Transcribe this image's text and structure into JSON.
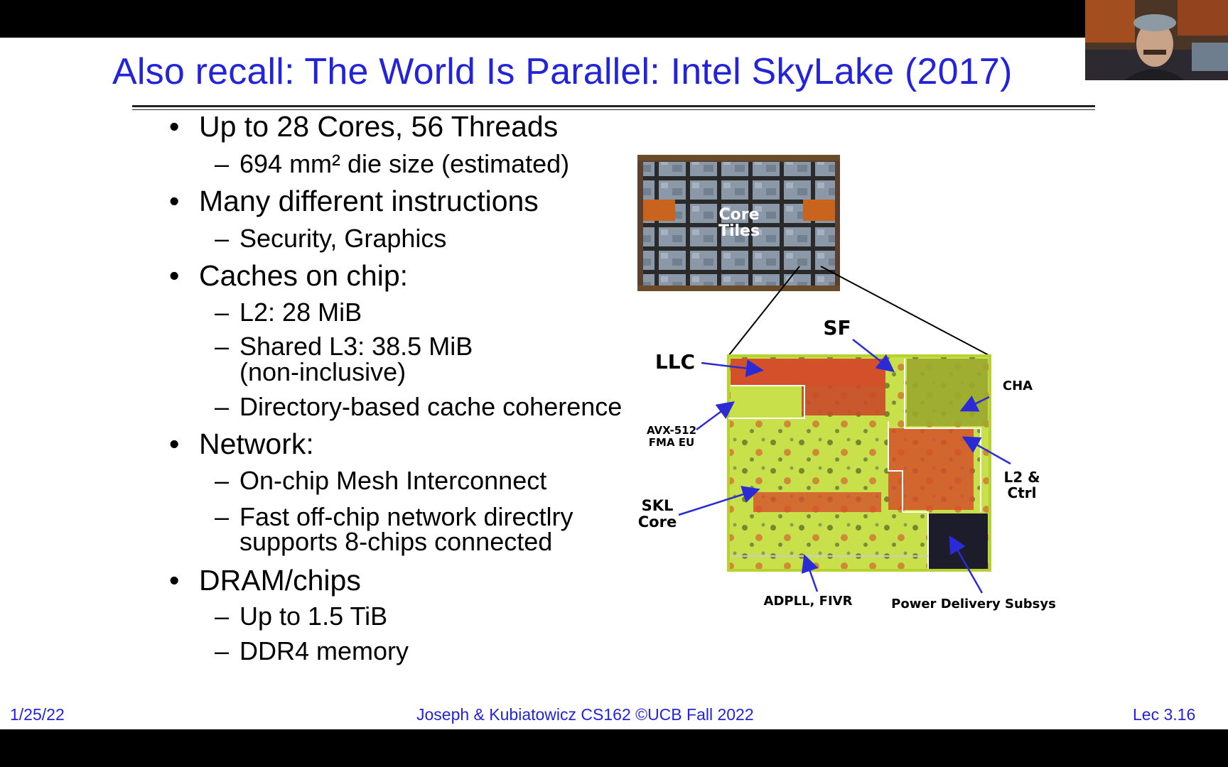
{
  "slide": {
    "title": "Also recall: The World Is Parallel: Intel SkyLake (2017)",
    "bullets": [
      {
        "marker": "•",
        "text": "Up to 28 Cores, 56 Threads"
      },
      {
        "marker": "–",
        "text": "694 mm² die size (estimated)"
      },
      {
        "marker": "•",
        "text": "Many different instructions"
      },
      {
        "marker": "–",
        "text": "Security, Graphics"
      },
      {
        "marker": "•",
        "text": "Caches on chip:"
      },
      {
        "marker": "–",
        "text": "L2: 28 MiB"
      },
      {
        "marker": "–",
        "text": "Shared L3: 38.5 MiB",
        "cont": "(non-inclusive)"
      },
      {
        "marker": "–",
        "text": "Directory-based cache coherence"
      },
      {
        "marker": "•",
        "text": "Network:"
      },
      {
        "marker": "–",
        "text": "On-chip Mesh Interconnect"
      },
      {
        "marker": "–",
        "text": "Fast off-chip network directlry",
        "cont": "supports 8-chips connected"
      },
      {
        "marker": "•",
        "text": "DRAM/chips"
      },
      {
        "marker": "–",
        "text": "Up to 1.5 TiB"
      },
      {
        "marker": "–",
        "text": "DDR4 memory"
      }
    ],
    "figure": {
      "core_tiles_label": [
        "Core",
        "Tiles"
      ],
      "labels": {
        "sf": "SF",
        "llc": "LLC",
        "cha": "CHA",
        "avx": [
          "AVX-512",
          "FMA EU"
        ],
        "l2": [
          "L2 &",
          "Ctrl"
        ],
        "skl": [
          "SKL",
          "Core"
        ],
        "adpll": "ADPLL, FIVR",
        "power": "Power Delivery Subsys"
      }
    },
    "footer": {
      "date": "1/25/22",
      "center": "Joseph & Kubiatowicz CS162 ©UCB Fall 2022",
      "lec": "Lec 3.16"
    }
  },
  "colors": {
    "title": "#2323d8",
    "die_yellow": "#c8e04a",
    "die_orange": "#d4502a",
    "arrow": "#2b2bd6"
  }
}
